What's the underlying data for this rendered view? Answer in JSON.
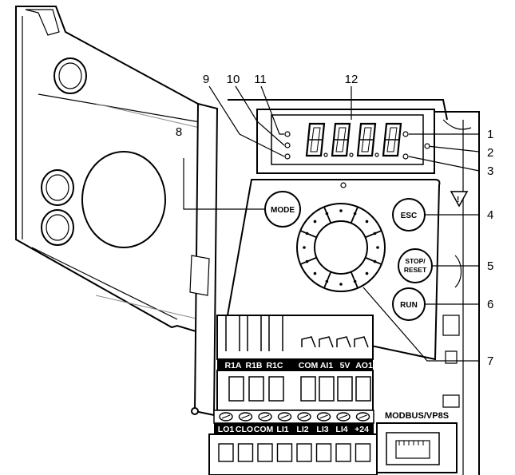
{
  "callouts": [
    "1",
    "2",
    "3",
    "4",
    "5",
    "6",
    "7",
    "8",
    "9",
    "10",
    "11",
    "12"
  ],
  "buttons": {
    "mode": "MODE",
    "esc": "ESC",
    "stop_line1": "STOP/",
    "stop_line2": "RESET",
    "run": "RUN"
  },
  "terminals_top": {
    "relay": [
      "R1A",
      "R1B",
      "R1C"
    ],
    "analog": [
      "COM",
      "AI1",
      "5V",
      "AO1"
    ]
  },
  "terminals_bottom": [
    "LO1",
    "CLO",
    "COM",
    "LI1",
    "LI2",
    "LI3",
    "LI4",
    "+24"
  ],
  "port_label": "MODBUS/VP8S",
  "display": {
    "digits": 4
  },
  "colors": {
    "line": "#000000",
    "panel": "#ffffff",
    "terminal_band": "#000000"
  }
}
